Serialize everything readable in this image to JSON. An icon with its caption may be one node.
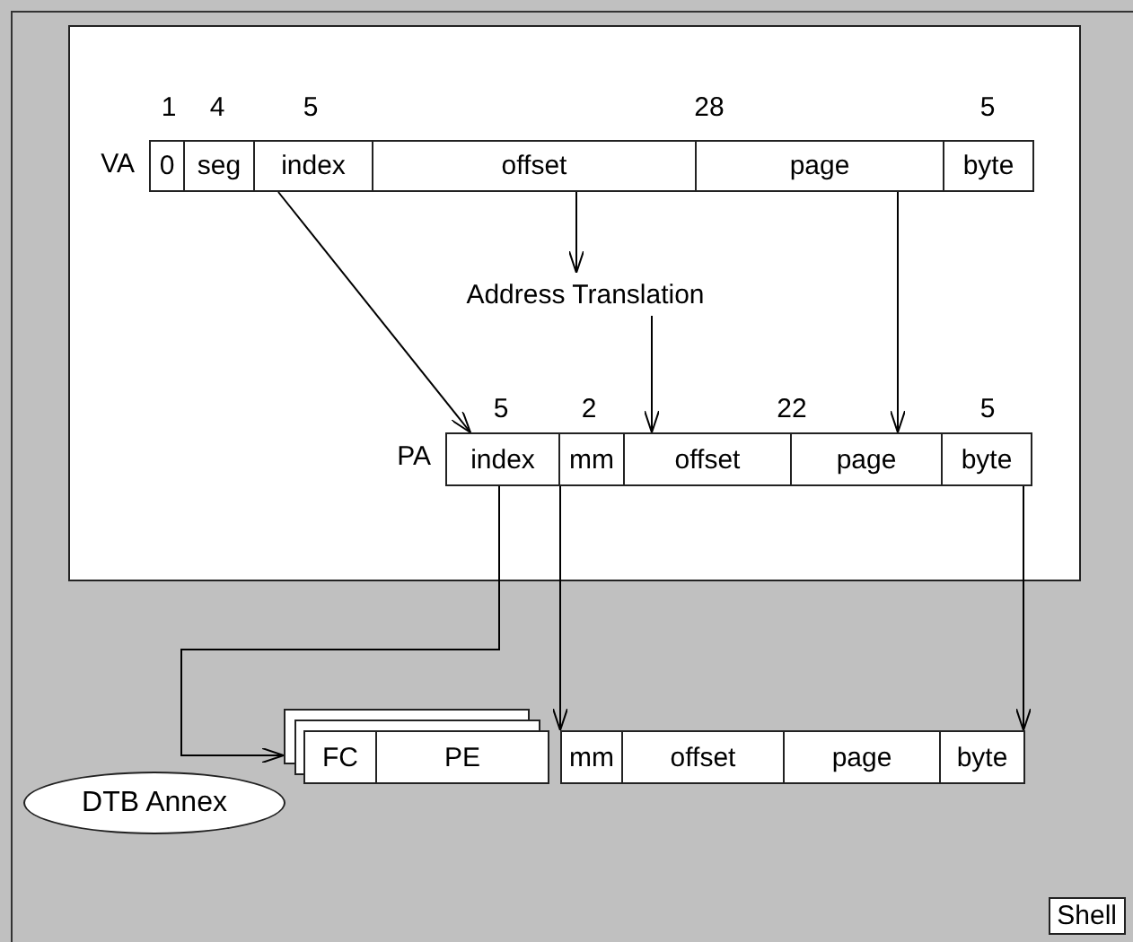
{
  "diagram": {
    "nodes": [
      {
        "text": [
          "Shell"
        ]
      },
      {
        "text": [],
        "shape": "box",
        "in": 0
      },
      {
        "text": [
          "0"
        ],
        "beside": [
          "VA"
        ],
        "in": 1
      },
      {
        "text": [
          "seg"
        ],
        "in": 1
      },
      {
        "text": [
          "index"
        ],
        "in": 1
      },
      {
        "text": [
          "offset"
        ],
        "in": 1
      },
      {
        "text": [
          "page"
        ],
        "in": 1
      },
      {
        "text": [
          "byte"
        ],
        "in": 1
      },
      {
        "text": [
          "Address Translation"
        ],
        "in": 1
      },
      {
        "text": [
          "index"
        ],
        "beside": [
          "PA"
        ],
        "in": 1
      },
      {
        "text": [
          "mm"
        ],
        "in": 1
      },
      {
        "text": [
          "offset"
        ],
        "in": 1
      },
      {
        "text": [
          "page"
        ],
        "in": 1
      },
      {
        "text": [
          "byte"
        ],
        "in": 1
      },
      {
        "text": [],
        "shape": "box",
        "in": 0
      },
      {
        "text": [
          "FC"
        ],
        "in": 0
      },
      {
        "text": [
          "PE"
        ],
        "in": 0
      },
      {
        "text": [
          "mm"
        ],
        "in": 0
      },
      {
        "text": [
          "offset"
        ],
        "in": 0
      },
      {
        "text": [
          "page"
        ],
        "in": 0
      },
      {
        "text": [
          "byte"
        ],
        "in": 0
      },
      {
        "text": [
          "DTB Annex"
        ],
        "in": 0
      }
    ],
    "edges": [
      {
        "from": 4,
        "to": 9,
        "arrow": "to"
      },
      {
        "from": 5,
        "to": 8,
        "arrow": "to"
      },
      {
        "from": 8,
        "to": 11,
        "arrow": "to"
      },
      {
        "from": 6,
        "to": 12,
        "arrow": "to"
      },
      {
        "from": 9,
        "to": 14,
        "arrow": "to"
      },
      {
        "from": 10,
        "to": 17,
        "arrow": "to"
      },
      {
        "from": 13,
        "to": 20,
        "arrow": "to"
      }
    ],
    "labels": [
      "1",
      "4",
      "5",
      "28",
      "5",
      "5",
      "2",
      "22",
      "5"
    ]
  }
}
